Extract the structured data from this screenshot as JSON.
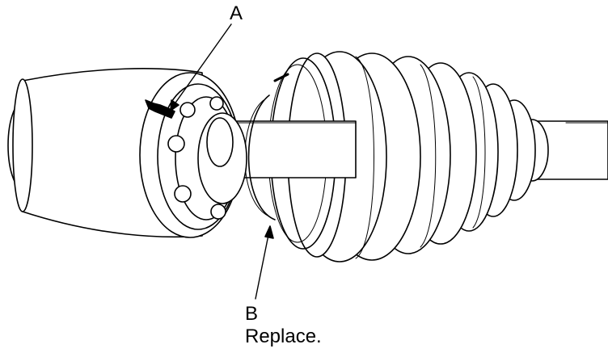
{
  "callouts": {
    "a": {
      "letter": "A"
    },
    "b": {
      "letter": "B",
      "note": "Replace."
    }
  }
}
